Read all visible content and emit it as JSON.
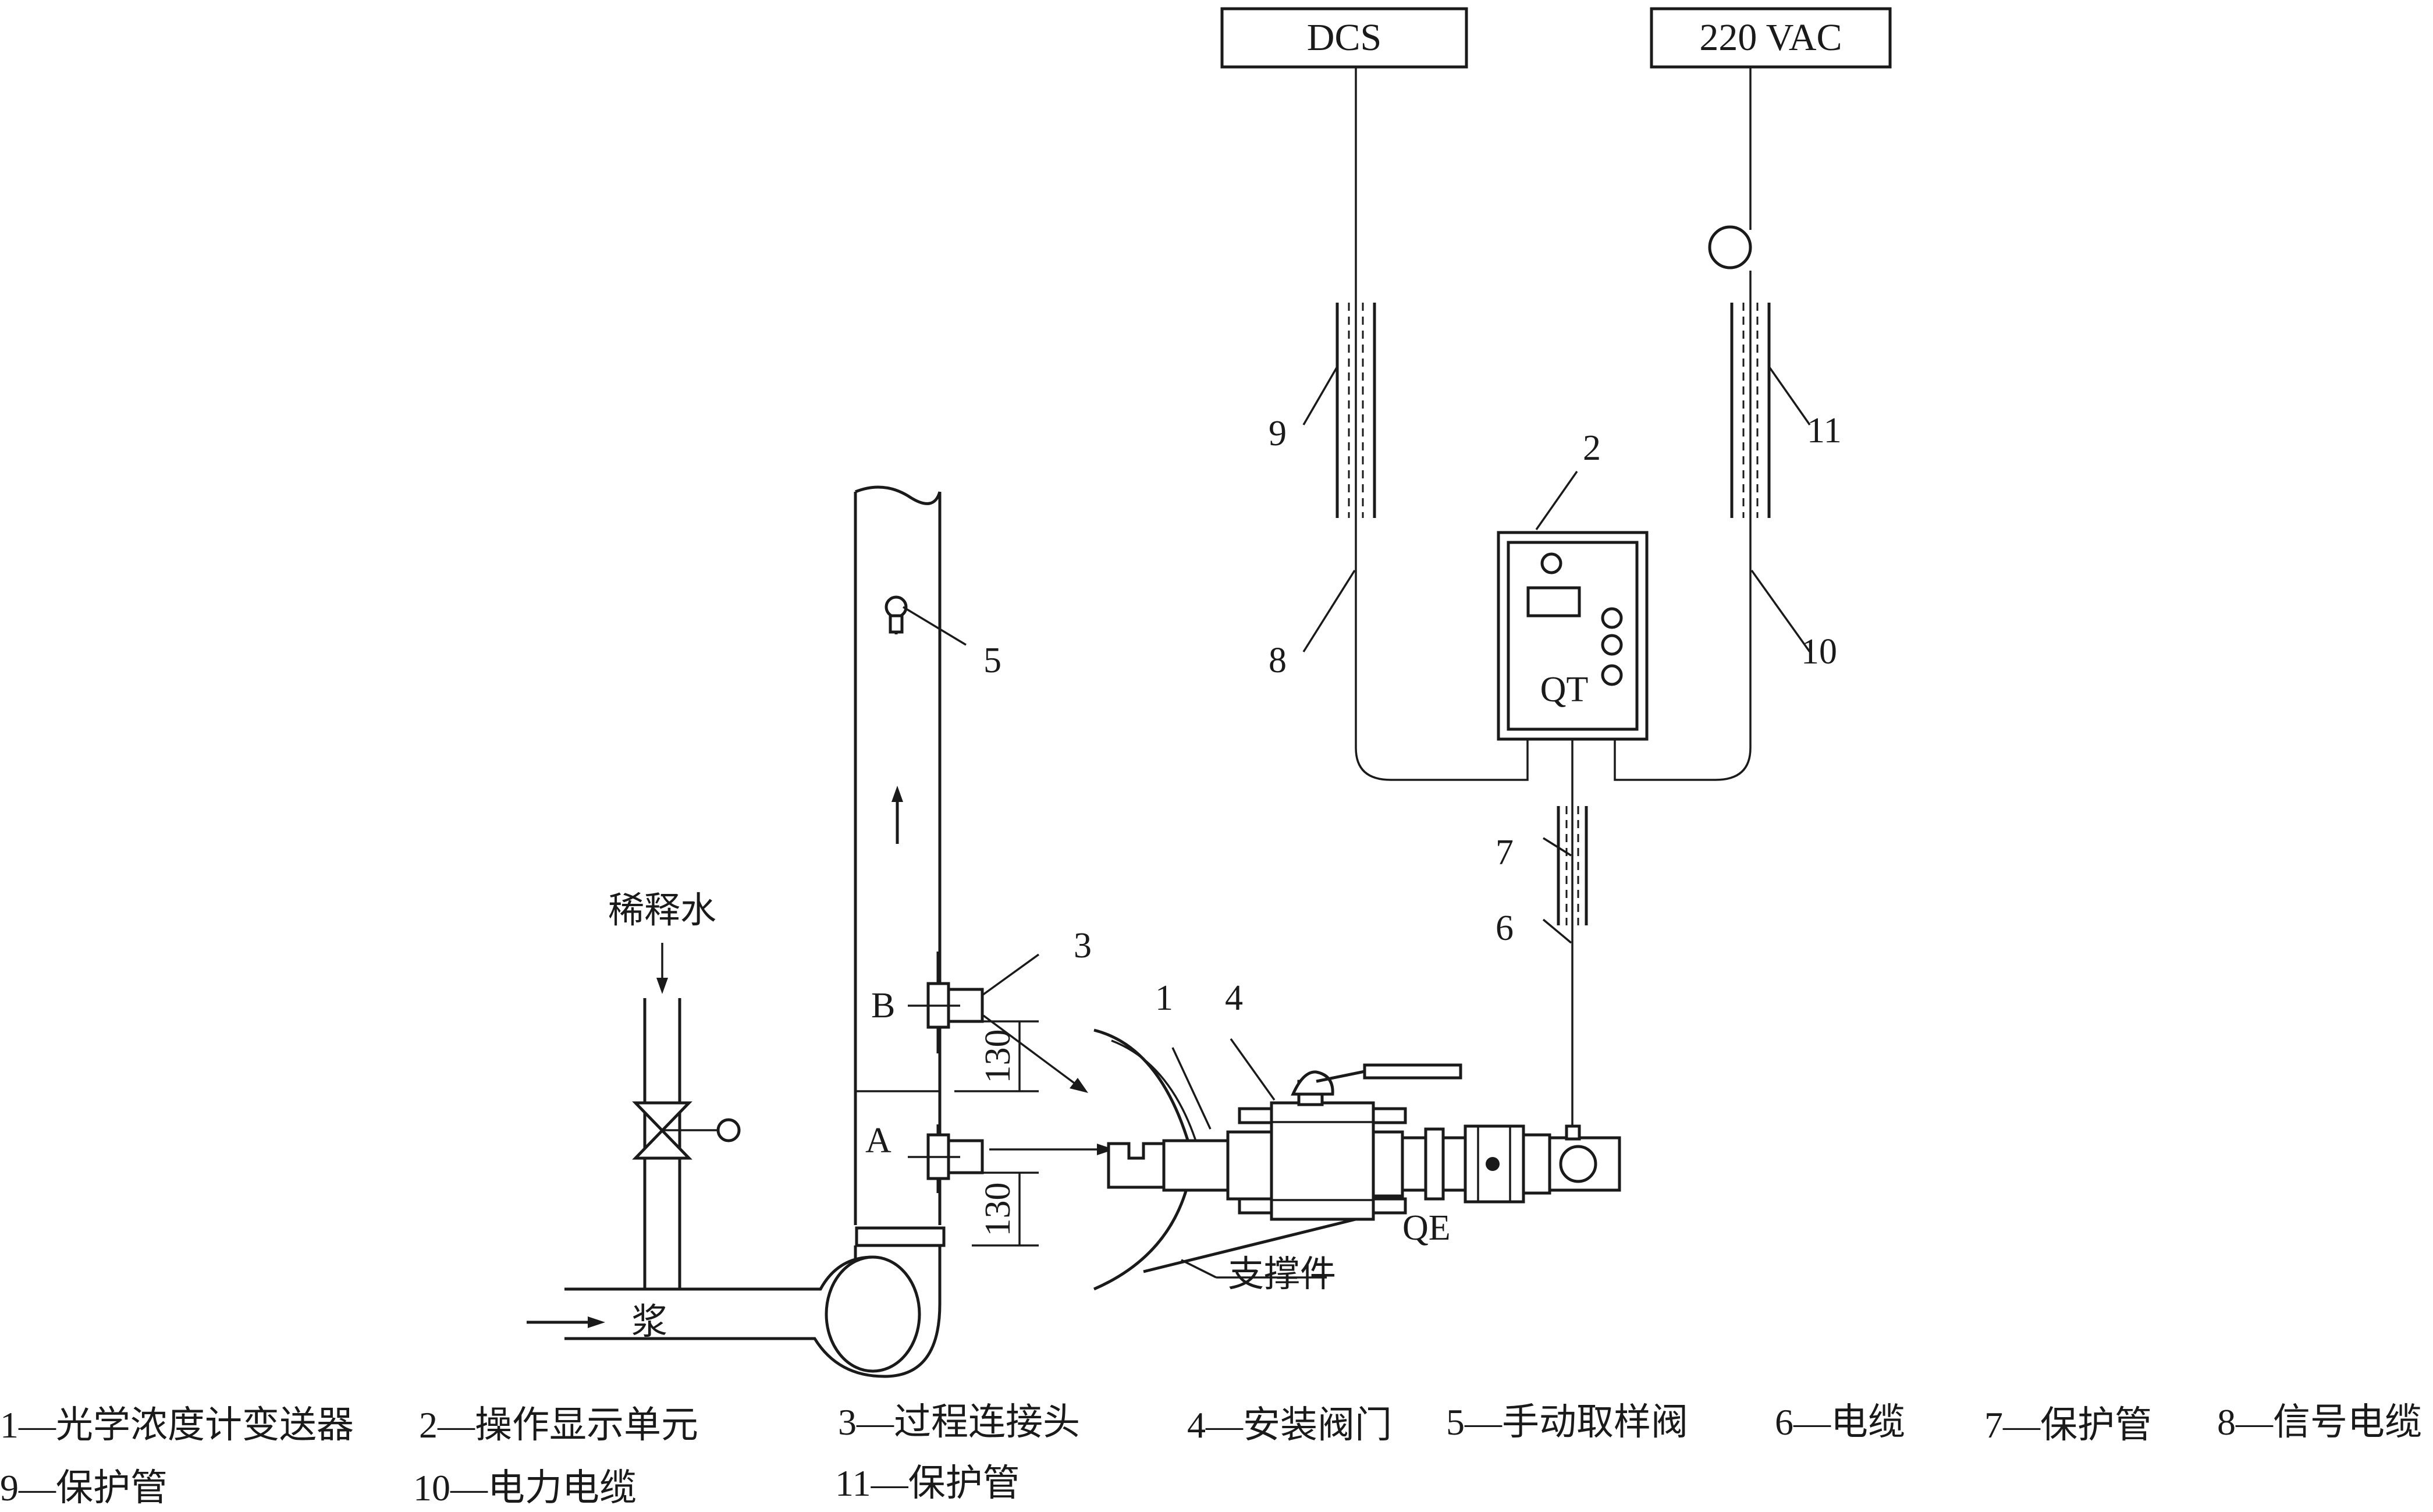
{
  "boxes": {
    "dcs": "DCS",
    "power": "220 VAC"
  },
  "device_labels": {
    "qt": "QT",
    "qe": "QE"
  },
  "point_labels": {
    "a": "A",
    "b": "B"
  },
  "dimensions": {
    "upper": "130",
    "lower": "130"
  },
  "text_labels": {
    "dilution_water": "稀释水",
    "slurry": "浆",
    "support": "支撑件"
  },
  "callouts": [
    "1",
    "2",
    "3",
    "4",
    "5",
    "6",
    "7",
    "8",
    "9",
    "10",
    "11"
  ],
  "legend": [
    "1—光学浓度计变送器",
    "2—操作显示单元",
    "3—过程连接头",
    "4—安装阀门",
    "5—手动取样阀",
    "6—电缆",
    "7—保护管",
    "8—信号电缆",
    "9—保护管",
    "10—电力电缆",
    "11—保护管"
  ]
}
